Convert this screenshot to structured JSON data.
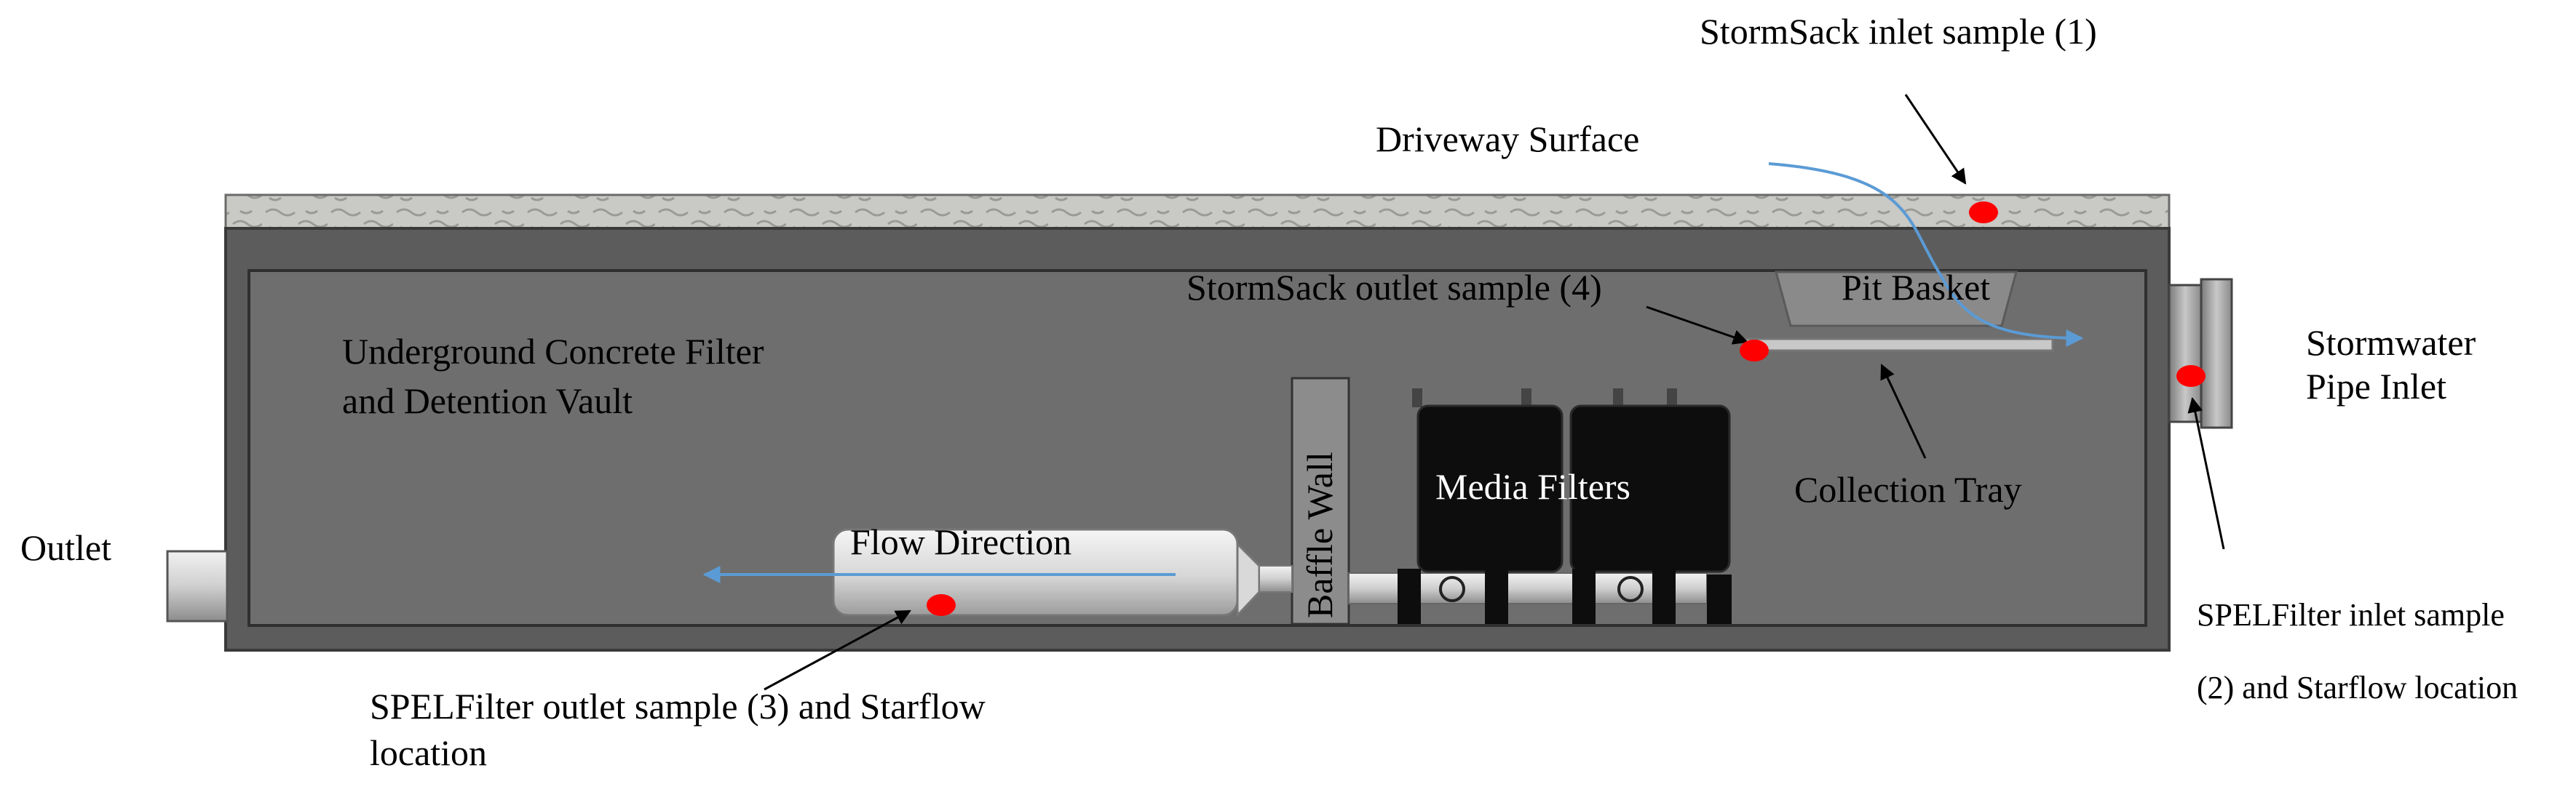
{
  "labels": {
    "stormsack_inlet": "StormSack inlet sample (1)",
    "driveway_surface": "Driveway Surface",
    "stormsack_outlet": "StormSack outlet sample (4)",
    "pit_basket": "Pit Basket",
    "stormwater_pipe_line1": "Stormwater",
    "stormwater_pipe_line2": "Pipe Inlet",
    "vault_line1": "Underground Concrete Filter",
    "vault_line2": "and Detention Vault",
    "baffle_wall": "Baffle Wall",
    "media_filters": "Media Filters",
    "collection_tray": "Collection Tray",
    "outlet": "Outlet",
    "flow_direction": "Flow Direction",
    "spel_outlet_line1": "SPELFilter outlet sample (3) and Starflow",
    "spel_outlet_line2": "location",
    "spel_inlet_line1": "SPELFilter inlet sample",
    "spel_inlet_line2": "(2) and Starflow location"
  },
  "colors": {
    "sample_point": "#ff0000",
    "flow_arrow": "#5b9bd5",
    "vault_outer": "#5c5c5c",
    "vault_inner": "#6e6e6e",
    "filter_body": "#0d0d0d"
  }
}
